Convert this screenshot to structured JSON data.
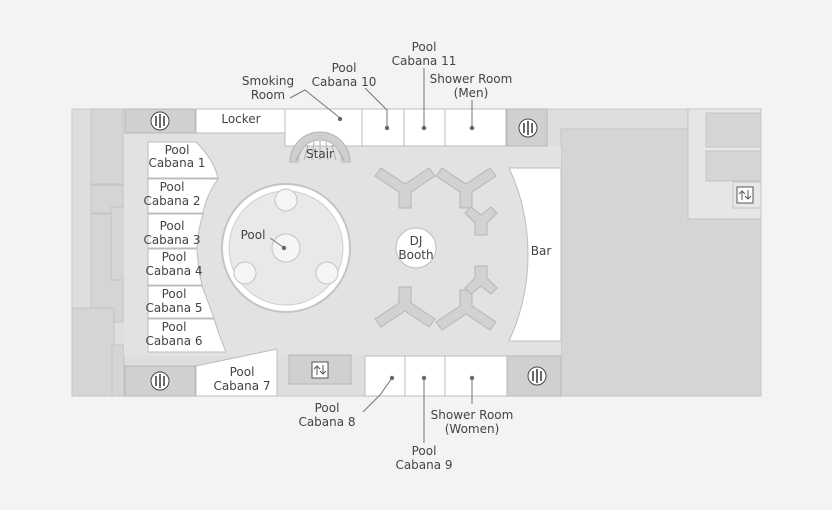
{
  "map": {
    "labels": {
      "locker": "Locker",
      "stair": "Stair",
      "bar": "Bar",
      "dj_line1": "DJ",
      "dj_line2": "Booth",
      "pool": "Pool",
      "smoking_1": "Smoking",
      "smoking_2": "Room",
      "cabana10_1": "Pool",
      "cabana10_2": "Cabana 10",
      "cabana11_1": "Pool",
      "cabana11_2": "Cabana 11",
      "shower_men_1": "Shower Room",
      "shower_men_2": "(Men)",
      "cabana1_1": "Pool",
      "cabana1_2": "Cabana 1",
      "cabana2_1": "Pool",
      "cabana2_2": "Cabana 2",
      "cabana3_1": "Pool",
      "cabana3_2": "Cabana 3",
      "cabana4_1": "Pool",
      "cabana4_2": "Cabana 4",
      "cabana5_1": "Pool",
      "cabana5_2": "Cabana 5",
      "cabana6_1": "Pool",
      "cabana6_2": "Cabana 6",
      "cabana7_1": "Pool",
      "cabana7_2": "Cabana 7",
      "cabana8_1": "Pool",
      "cabana8_2": "Cabana 8",
      "cabana9_1": "Pool",
      "cabana9_2": "Cabana 9",
      "shower_women_1": "Shower Room",
      "shower_women_2": "(Women)"
    },
    "icons": {
      "restroom": "restroom-icon",
      "elevator": "elevator-icon"
    },
    "colors": {
      "background": "#f3f3f3",
      "floor": "#e2e2e2",
      "wall": "#d5d5d5",
      "room": "#ffffff"
    }
  }
}
